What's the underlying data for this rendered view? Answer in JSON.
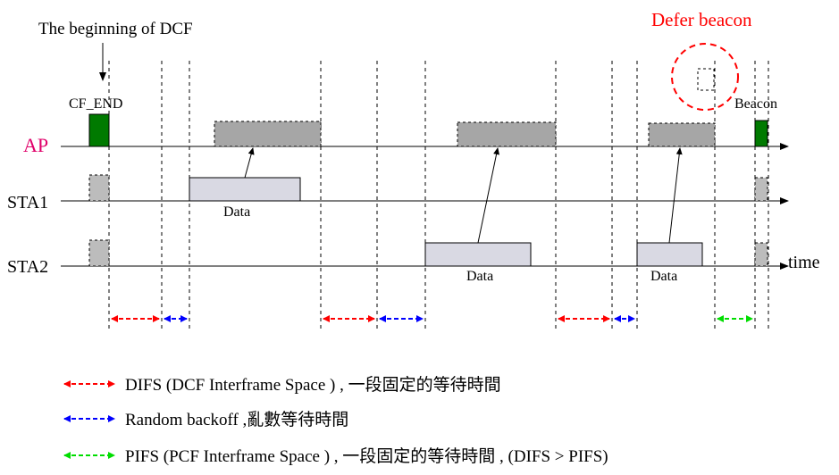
{
  "labels": {
    "beginning": "The beginning of DCF",
    "cf_end": "CF_END",
    "defer_beacon": "Defer beacon",
    "beacon": "Beacon",
    "ap": "AP",
    "sta1": "STA1",
    "sta2": "STA2",
    "time": "time",
    "data_sta1": "Data",
    "data_sta2_a": "Data",
    "data_sta2_b": "Data"
  },
  "legend": [
    {
      "text": "DIFS (DCF Interframe Space ) , 一段固定的等待時間",
      "color": "#ff0000"
    },
    {
      "text": "Random backoff ,亂數等待時間",
      "color": "#0000ff"
    },
    {
      "text": "PIFS (PCF Interframe Space ) , 一段固定的等待時間 , (DIFS > PIFS)",
      "color": "#00dd00"
    }
  ],
  "colors": {
    "ap_label": "#e0006a",
    "defer": "#ff0000",
    "frame_green": "#007a00",
    "frame_gray": "#a6a6a6",
    "frame_light": "#d9d9e3"
  }
}
